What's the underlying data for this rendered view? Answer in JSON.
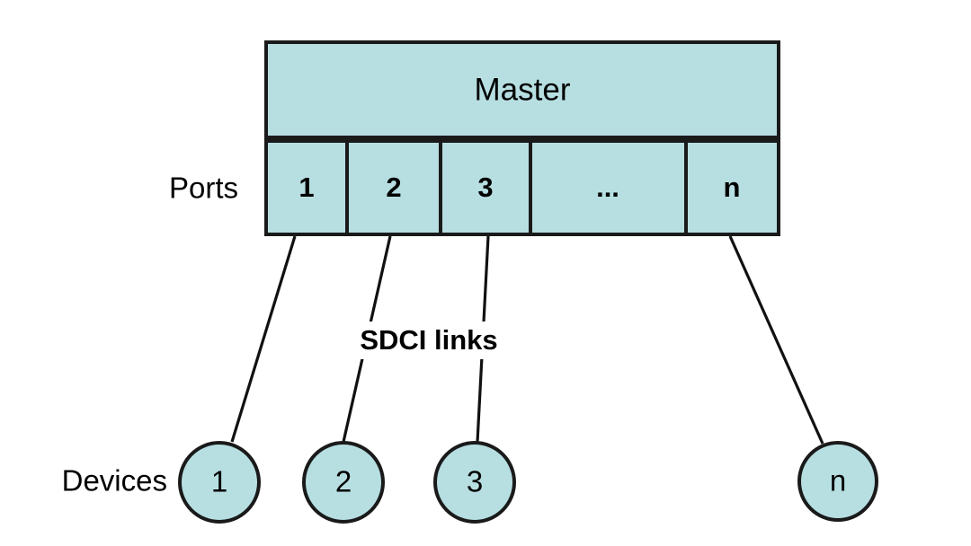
{
  "diagram": {
    "title": "SDCI master-ports-devices topology",
    "colors": {
      "node_fill": "#b7dfe2",
      "stroke": "#1a1a1a",
      "background": "#ffffff",
      "text": "#000000"
    },
    "master": {
      "label": "Master"
    },
    "side_labels": {
      "ports": "Ports",
      "devices": "Devices"
    },
    "links_label": "SDCI links",
    "ports": [
      {
        "label": "1"
      },
      {
        "label": "2"
      },
      {
        "label": "3"
      },
      {
        "label": "..."
      },
      {
        "label": "n"
      }
    ],
    "devices": [
      {
        "label": "1"
      },
      {
        "label": "2"
      },
      {
        "label": "3"
      },
      {
        "label": "n"
      }
    ]
  }
}
